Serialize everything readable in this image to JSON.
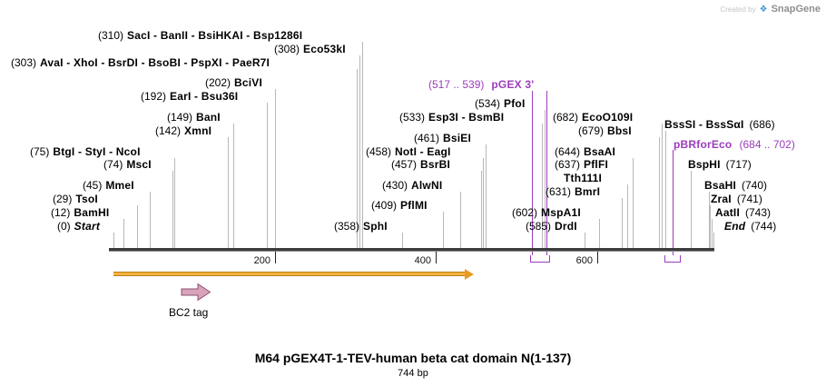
{
  "branding": {
    "created_by": "Created by",
    "logo_glyph": "❖",
    "logo_text": "SnapGene"
  },
  "title": {
    "name": "M64 pGEX4T-1-TEV-human beta cat domain N(1-137)",
    "length": "744 bp"
  },
  "ruler": {
    "ticks": [
      "200",
      "400",
      "600"
    ]
  },
  "features": {
    "bc2_tag": {
      "label": "BC2 tag"
    },
    "pgex3_primer": {
      "range": "(517 .. 539)",
      "name": "pGEX 3'"
    },
    "pbrforeco_primer": {
      "name": "pBRforEco",
      "range": "(684 .. 702)"
    }
  },
  "colors": {
    "primer_purple": "#9b3dbd",
    "orf_arrow_orange": "#f6b23f",
    "tag_arrow_pink": "#d8a2bc",
    "sequence_line": "#3c3c3c",
    "connector_gray": "#b8b8b8"
  },
  "sites": [
    {
      "pre": "(310)",
      "text": "SacI - BanII - BsiHKAI - Bsp1286I"
    },
    {
      "pre": "(308)",
      "text": "Eco53kI"
    },
    {
      "pre": "(303)",
      "text": "AvaI - XhoI - BsrDI - BsoBI - PspXI - PaeR7I"
    },
    {
      "pre": "(202)",
      "text": "BciVI"
    },
    {
      "pre": "(192)",
      "text": "EarI - Bsu36I"
    },
    {
      "pre": "(149)",
      "text": "BanI"
    },
    {
      "pre": "(142)",
      "text": "XmnI"
    },
    {
      "pre": "(75)",
      "text": "BtgI - StyI - NcoI"
    },
    {
      "pre": "(74)",
      "text": "MscI"
    },
    {
      "pre": "(45)",
      "text": "MmeI"
    },
    {
      "pre": "(29)",
      "text": "TsoI"
    },
    {
      "pre": "(12)",
      "text": "BamHI"
    },
    {
      "pre": "(0)",
      "text": "Start"
    },
    {
      "pre": "(534)",
      "text": "PfoI"
    },
    {
      "pre": "(533)",
      "text": "Esp3I - BsmBI"
    },
    {
      "pre": "(461)",
      "text": "BsiEI"
    },
    {
      "pre": "(458)",
      "text": "NotI - EagI"
    },
    {
      "pre": "(457)",
      "text": "BsrBI"
    },
    {
      "pre": "(430)",
      "text": "AlwNI"
    },
    {
      "pre": "(409)",
      "text": "PflMI"
    },
    {
      "pre": "(358)",
      "text": "SphI"
    },
    {
      "pre": "(682)",
      "text": "EcoO109I"
    },
    {
      "pre": "(679)",
      "text": "BbsI"
    },
    {
      "text": "BssSI - BssSαI",
      "post": "(686)"
    },
    {
      "pre": "(644)",
      "text": "BsaAI"
    },
    {
      "pre": "(637)",
      "text": "PflFI"
    },
    {
      "text": "Tth111I"
    },
    {
      "pre": "(631)",
      "text": "BmrI"
    },
    {
      "pre": "(602)",
      "text": "MspA1I"
    },
    {
      "pre": "(585)",
      "text": "DrdI"
    },
    {
      "text": "BspHI",
      "post": "(717)"
    },
    {
      "text": "BsaHI",
      "post": "(740)"
    },
    {
      "text": "ZraI",
      "post": "(741)"
    },
    {
      "text": "AatII",
      "post": "(743)"
    },
    {
      "text": "End",
      "post": "(744)"
    }
  ]
}
